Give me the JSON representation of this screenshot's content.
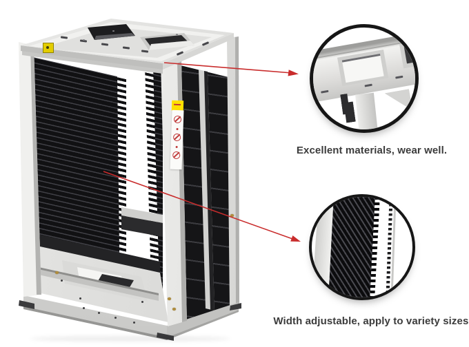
{
  "image": {
    "description": "ESD SMT magazine rack product photo with two circular detail callouts"
  },
  "callouts": [
    {
      "name": "top-frame-detail",
      "caption": "Excellent materials, wear well."
    },
    {
      "name": "comb-slot-detail",
      "caption": "Width adjustable, apply to variety sizes."
    }
  ],
  "colors": {
    "background": "#ffffff",
    "metal_light": "#f1f1ef",
    "metal_shadow": "#c6c6c4",
    "comb_black": "#121214",
    "arrow_red": "#c92c2c",
    "callout_ring": "#161616",
    "caption_text": "#3c3c3c",
    "label_yellow": "#ffe000",
    "prohibition_red": "#c03a3a"
  }
}
